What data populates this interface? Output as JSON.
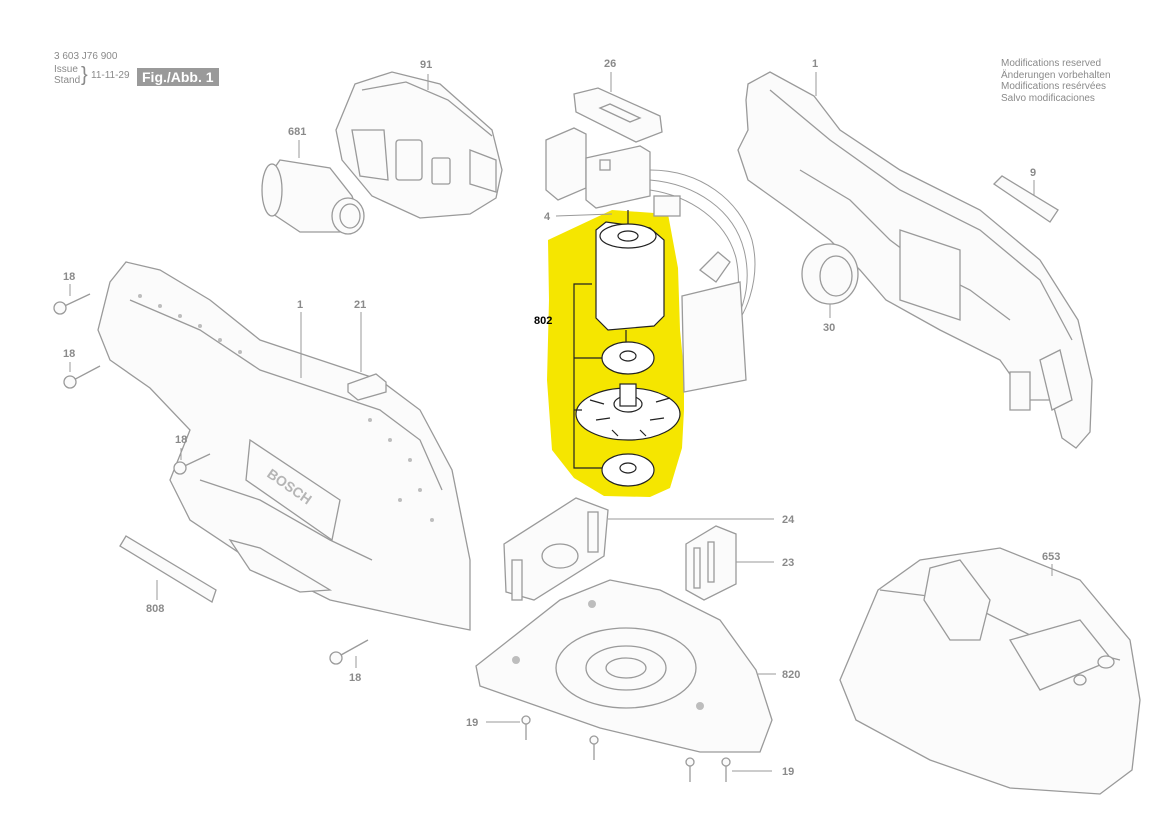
{
  "header": {
    "doc_number": "3 603 J76 900",
    "issue_label": "Issue",
    "stand_label": "Stand",
    "date": "11-11-29",
    "figure": "Fig./Abb. 1"
  },
  "notices": [
    "Modifications reserved",
    "Änderungen vorbehalten",
    "Modifications resérvées",
    "Salvo modificaciones"
  ],
  "callouts": {
    "battery": "91",
    "dust_adapter": "681",
    "switch_slider": "26",
    "switch": "4",
    "housing_right": "1",
    "label_strip": "9",
    "seal_ring": "30",
    "motor": "802",
    "screw_a": "18",
    "screw_b": "18",
    "screw_c": "18",
    "screw_d": "18",
    "housing_left": "1",
    "clip": "21",
    "name_plate": "808",
    "pad_holder": "24",
    "pad_latch": "23",
    "charger": "653",
    "sanding_plate": "820",
    "screw_e": "19",
    "screw_f": "19"
  },
  "brand_text": "BOSCH",
  "highlight_color": "#f5e600"
}
